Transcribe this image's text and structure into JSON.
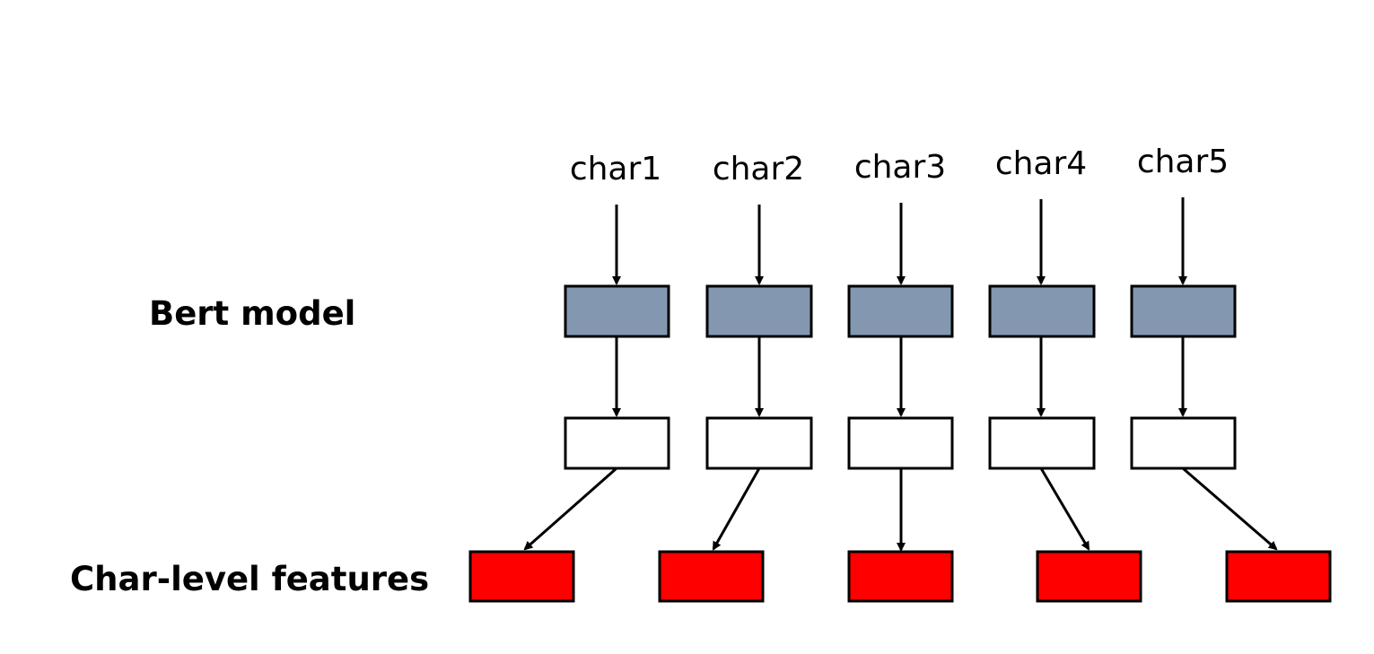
{
  "labels": {
    "bert_model": "Bert model",
    "char_features": "Char-level features"
  },
  "chars": [
    "char1",
    "char2",
    "char3",
    "char4",
    "char5"
  ],
  "colors": {
    "bert_box": "#8497B0",
    "output_box": "#FFFFFF",
    "feature_box": "#FF0000",
    "stroke": "#000000"
  }
}
